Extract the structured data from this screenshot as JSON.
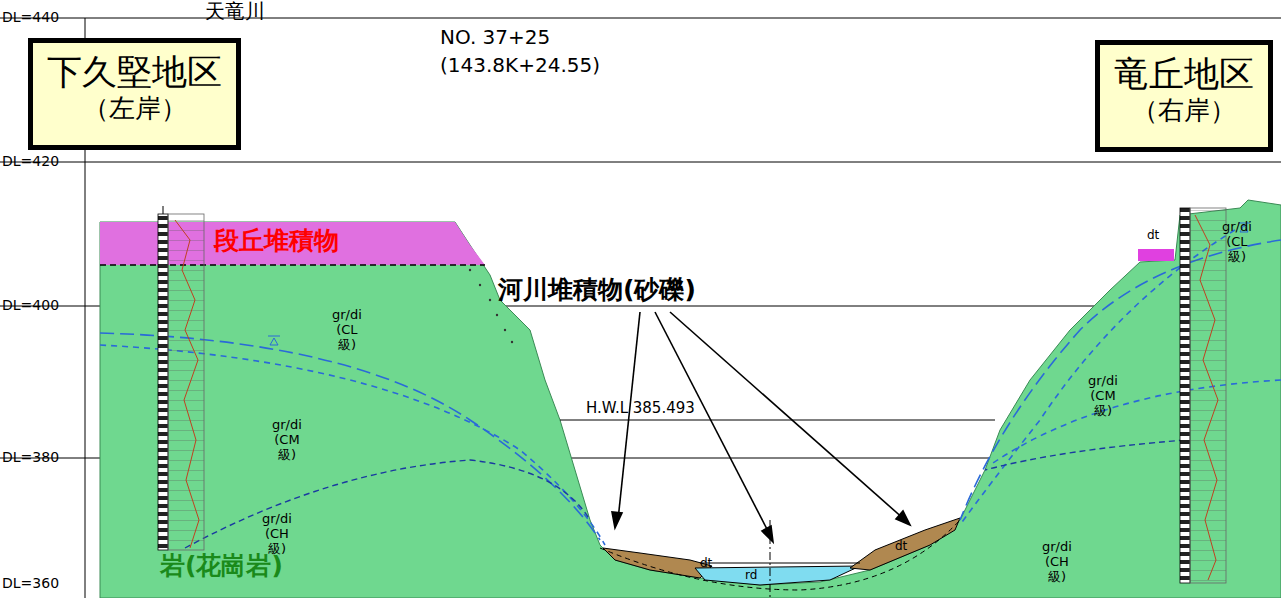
{
  "diagram": {
    "nodes": [
      {
        "text": [
          "下久堅地区",
          "（左岸）"
        ]
      },
      {
        "text": [
          "竜丘地区",
          "（右岸）"
        ]
      }
    ],
    "labels": [
      "天竜川",
      "DL=440",
      "DL=420",
      "DL=400",
      "DL=380",
      "DL=360",
      "NO. 37+25",
      "(143.8K+24.55)",
      "段丘堆積物",
      "河川堆積物(砂礫)",
      "gr/di (CL級)",
      "gr/di (CM級)",
      "gr/di (CH級)",
      "岩(花崗岩)",
      "H.W.L 385.493",
      "dt",
      "gr/di (CL級)",
      "gr/di (CM級)",
      "dt",
      "rd",
      "dt",
      "gr/di (CH級)"
    ]
  }
}
